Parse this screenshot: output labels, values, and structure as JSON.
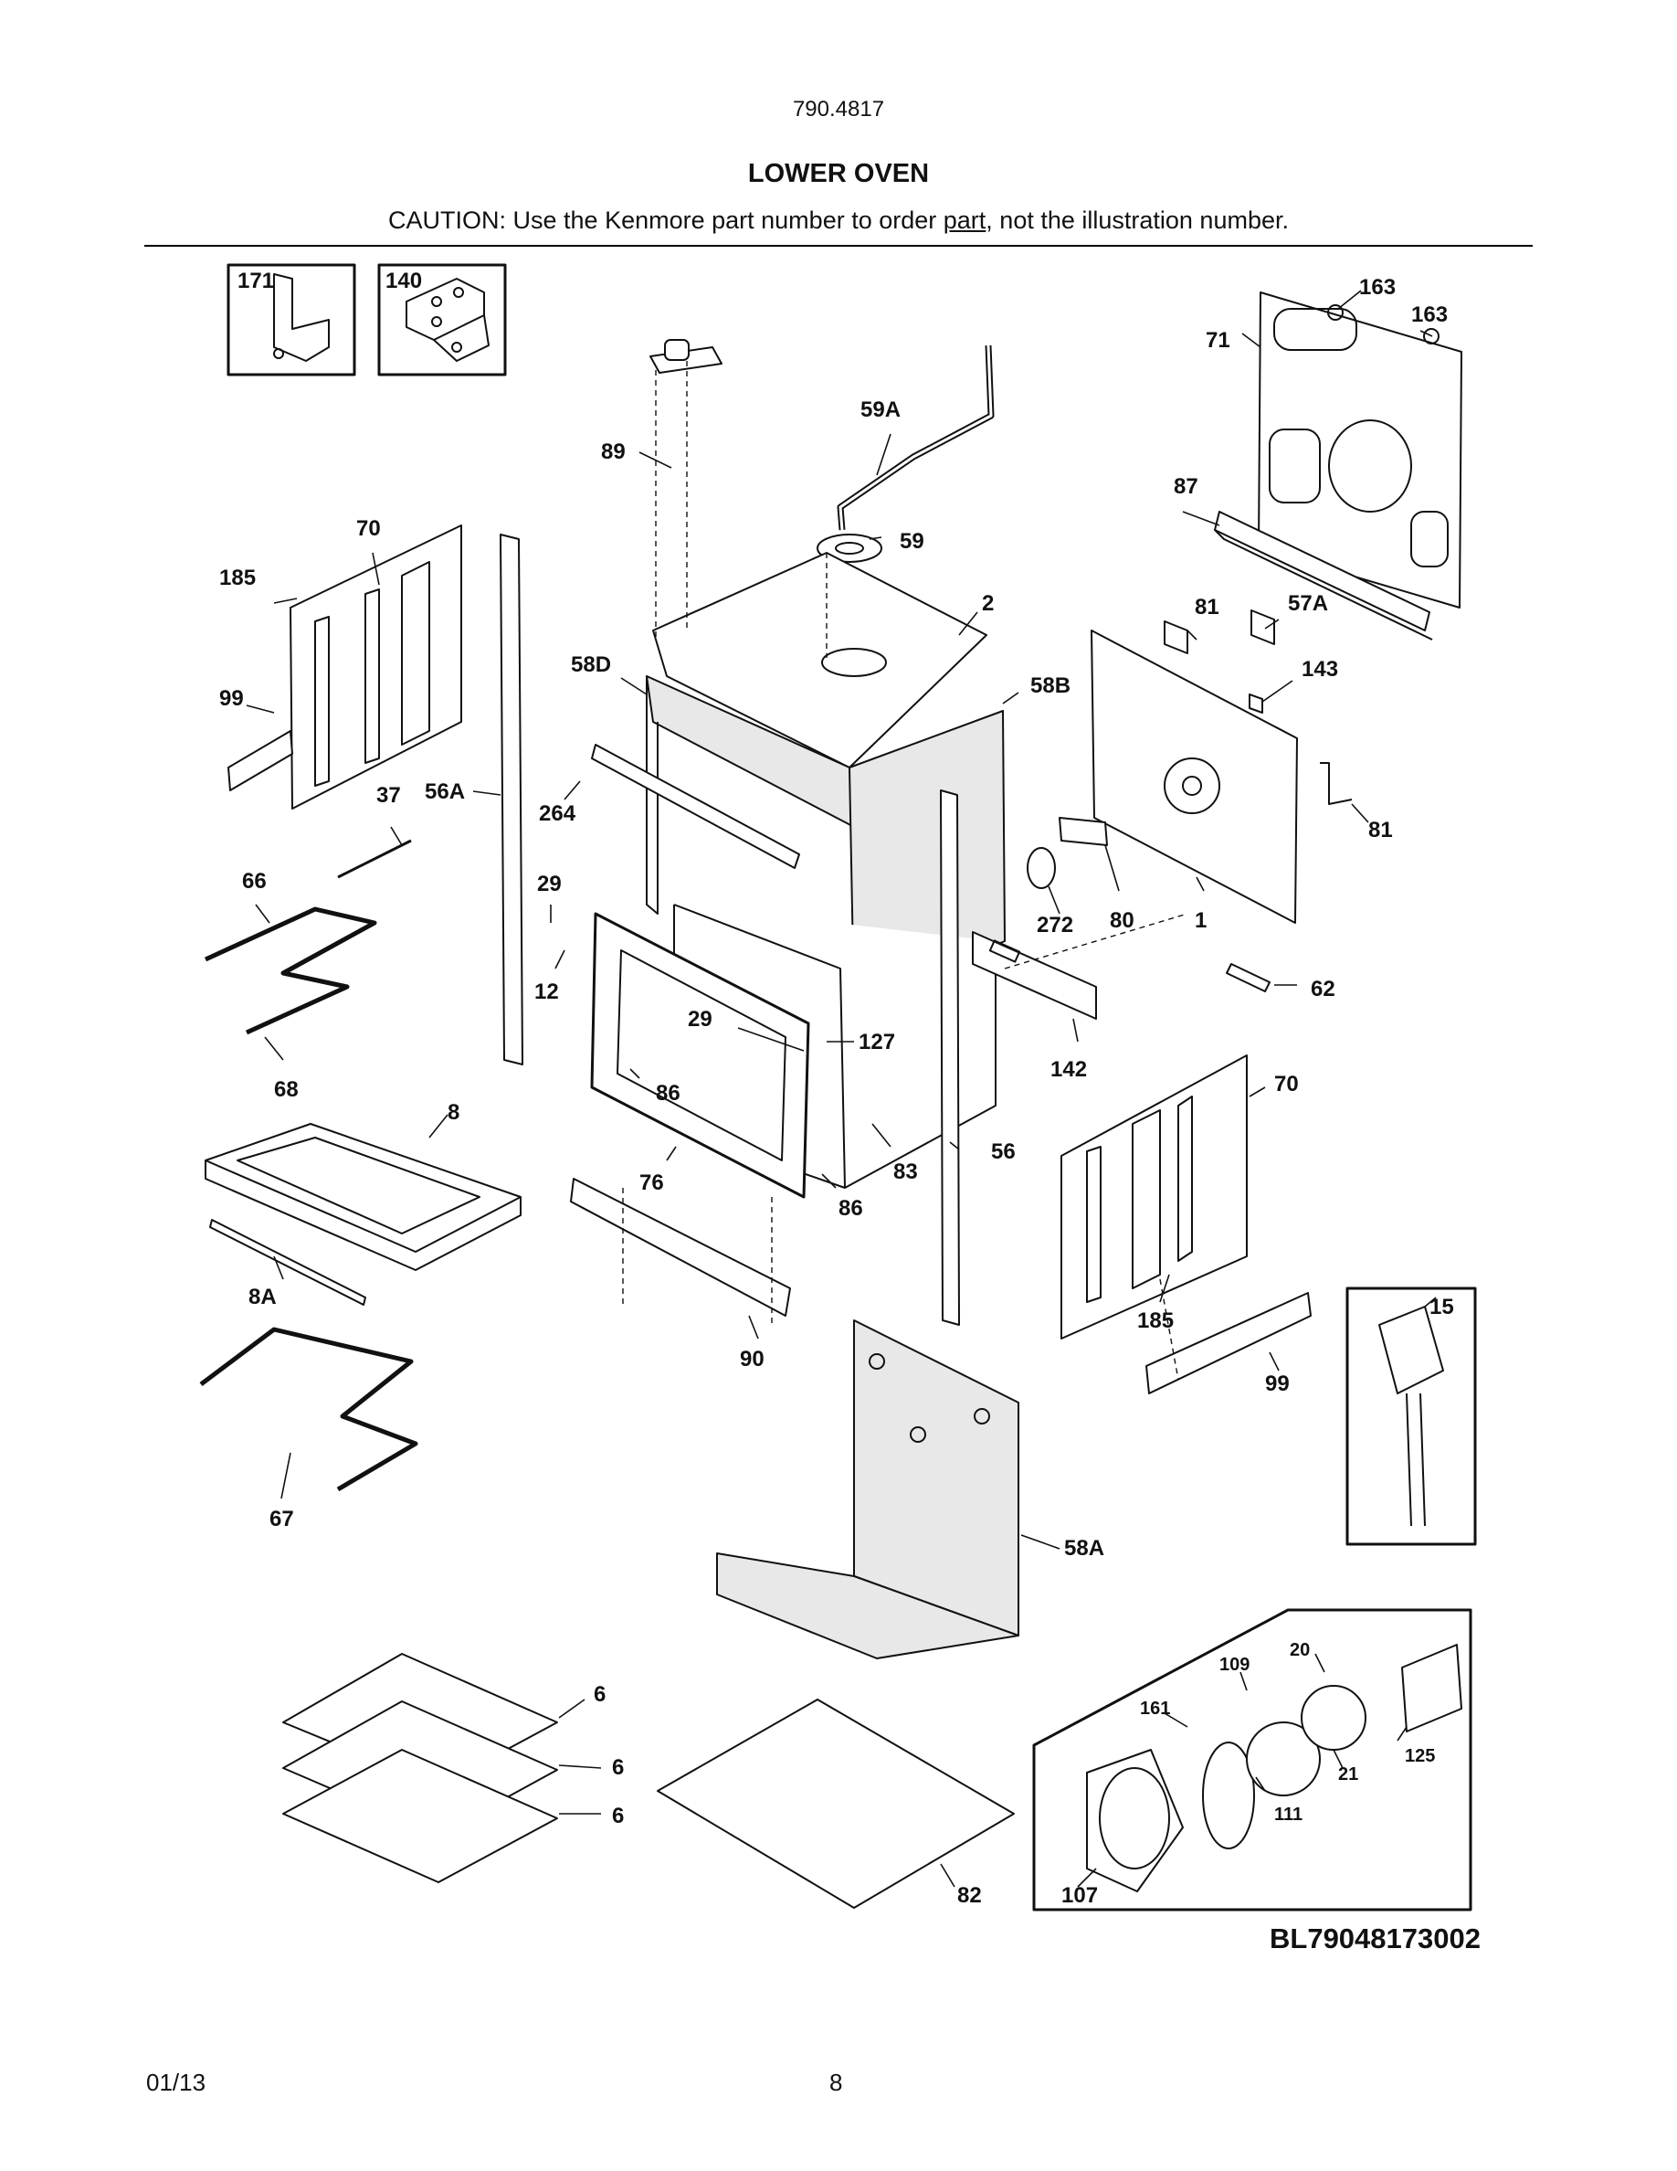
{
  "header": {
    "model_number": "790.4817",
    "title": "LOWER OVEN",
    "caution_before": "CAUTION: Use the Kenmore part number to order ",
    "caution_underlined": "part",
    "caution_after": ", not the illustration number."
  },
  "parts": {
    "p171": "171",
    "p140": "140",
    "p163a": "163",
    "p163b": "163",
    "p71": "71",
    "p59A": "59A",
    "p89": "89",
    "p87": "87",
    "p70a": "70",
    "p59": "59",
    "p185a": "185",
    "p2": "2",
    "p81a": "81",
    "p57A": "57A",
    "p58D": "58D",
    "p58B": "58B",
    "p143": "143",
    "p99a": "99",
    "p37": "37",
    "p56A": "56A",
    "p264": "264",
    "p81b": "81",
    "p66": "66",
    "p29a": "29",
    "p272": "272",
    "p80": "80",
    "p1": "1",
    "p12": "12",
    "p62": "62",
    "p29b": "29",
    "p127": "127",
    "p142": "142",
    "p68": "68",
    "p86a": "86",
    "p70b": "70",
    "p8": "8",
    "p56": "56",
    "p83": "83",
    "p76": "76",
    "p86b": "86",
    "p8A": "8A",
    "p185b": "185",
    "p15": "15",
    "p90": "90",
    "p99b": "99",
    "p67": "67",
    "p58A": "58A",
    "p20": "20",
    "p109": "109",
    "p161": "161",
    "p6a": "6",
    "p21": "21",
    "p125": "125",
    "p6b": "6",
    "p111": "111",
    "p6c": "6",
    "p82": "82",
    "p107": "107"
  },
  "diagram_code": "BL79048173002",
  "footer": {
    "date": "01/13",
    "page": "8"
  }
}
